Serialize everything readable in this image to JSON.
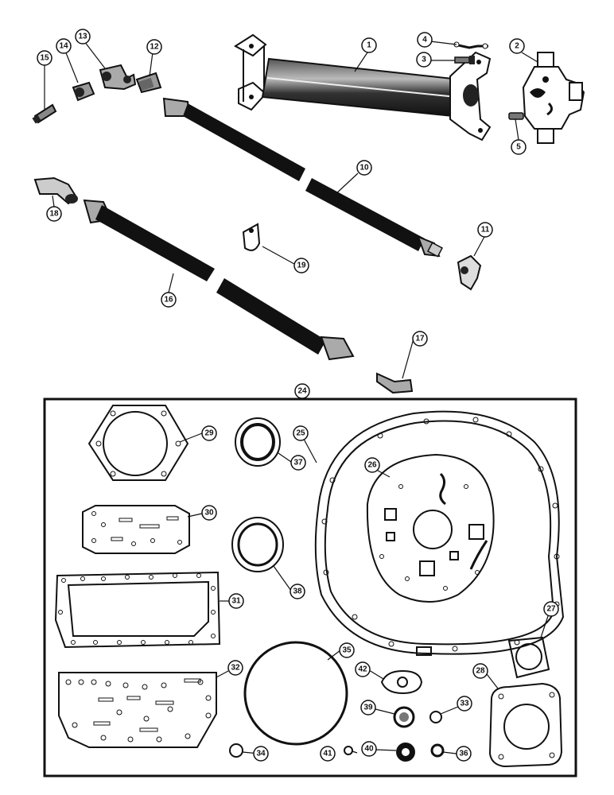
{
  "diagram": {
    "callouts": {
      "c1": "1",
      "c2": "2",
      "c3": "3",
      "c4": "4",
      "c5": "5",
      "c10": "10",
      "c11": "11",
      "c12": "12",
      "c13": "13",
      "c14": "14",
      "c15": "15",
      "c16": "16",
      "c17": "17",
      "c18": "18",
      "c19": "19",
      "c24": "24",
      "c25": "25",
      "c26": "26",
      "c27": "27",
      "c28": "28",
      "c29": "29",
      "c30": "30",
      "c31": "31",
      "c32": "32",
      "c33": "33",
      "c34": "34",
      "c35": "35",
      "c36": "36",
      "c37": "37",
      "c38": "38",
      "c39": "39",
      "c40": "40",
      "c41": "41",
      "c42": "42"
    },
    "line_color": "#111111",
    "background": "#ffffff"
  }
}
